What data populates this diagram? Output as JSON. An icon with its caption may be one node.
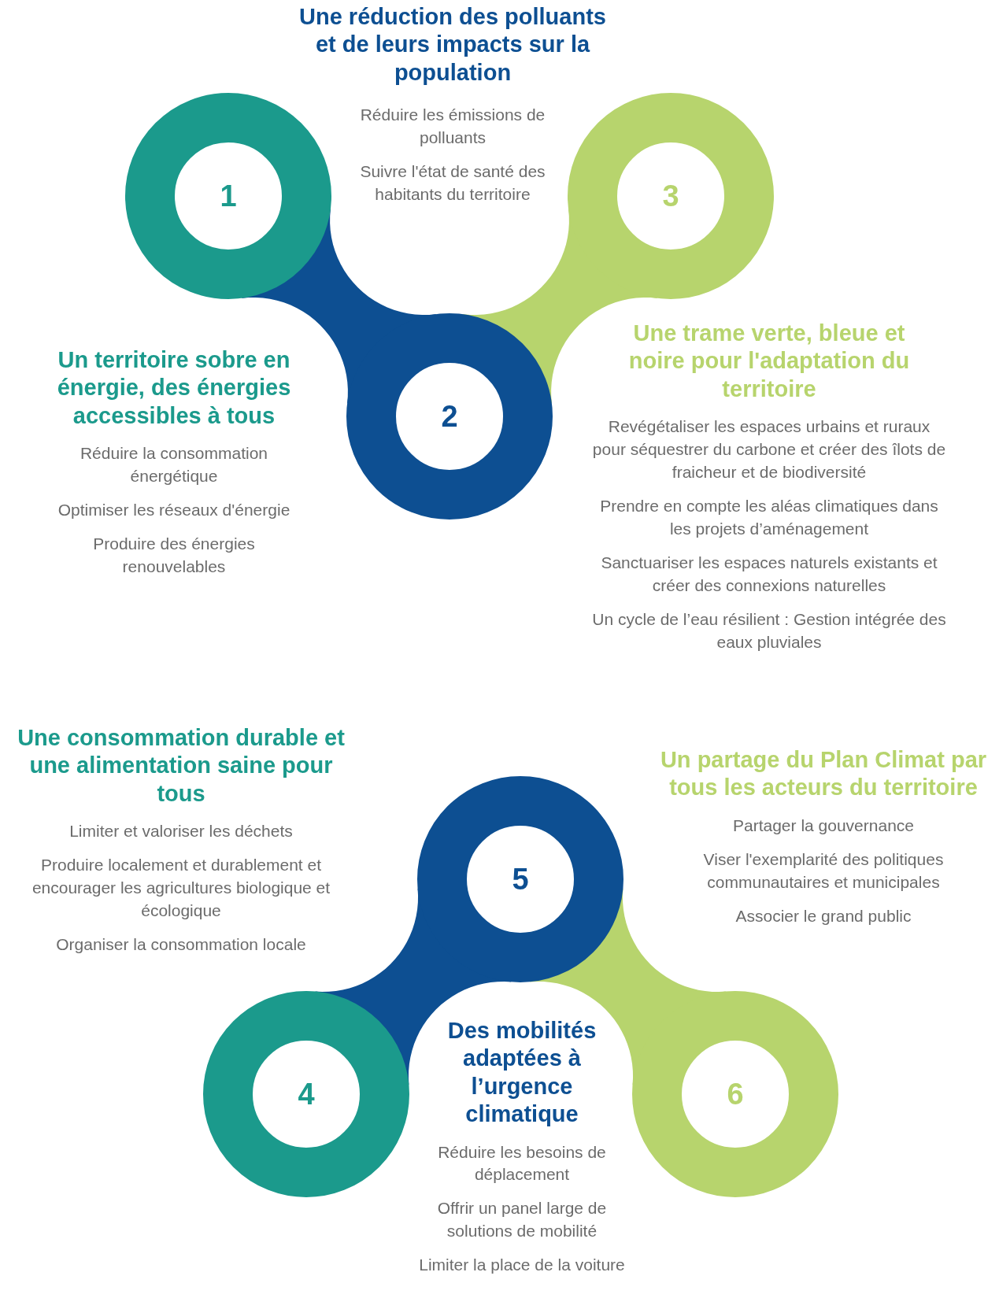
{
  "diagram": {
    "nodes": [
      {
        "text": [
          "1"
        ],
        "beside": [
          "Un territoire sobre en énergie, des énergies accessibles à tous",
          "Réduire la consommation énergétique",
          "Optimiser les réseaux d'énergie",
          "Produire des énergies renouvelables"
        ]
      },
      {
        "text": [
          "2"
        ]
      },
      {
        "text": [
          "3"
        ],
        "beside": [
          "Une trame verte, bleue et noire pour l'adaptation du territoire",
          "Revégétaliser les espaces urbains et ruraux pour séquestrer du carbone et créer des îlots de fraicheur et de biodiversité",
          "Prendre en compte les aléas climatiques dans les projets d’aménagement",
          "Sanctuariser les espaces naturels existants et créer des connexions naturelles",
          "Un cycle de l’eau résilient : Gestion intégrée des eaux pluviales"
        ]
      },
      {
        "text": [
          "4"
        ],
        "beside": [
          "Une consommation durable et une alimentation saine pour tous",
          "Limiter et valoriser les déchets",
          "Produire localement et durablement et encourager les agricultures biologique et écologique",
          "Organiser la consommation locale"
        ]
      },
      {
        "text": [
          "5"
        ],
        "beside": [
          "Des mobilités adaptées à l’urgence climatique",
          "Réduire les besoins de déplacement",
          "Offrir un panel large de solutions de mobilité",
          "Limiter la place de la voiture"
        ]
      },
      {
        "text": [
          "6"
        ],
        "beside": [
          "Un partage du Plan Climat par tous les acteurs du territoire",
          "Partager la gouvernance",
          "Viser l'exemplarité des politiques communautaires et municipales",
          "Associer le grand public"
        ]
      }
    ],
    "edges": [
      {
        "from": 0,
        "to": 1,
        "arrow": "none"
      },
      {
        "from": 1,
        "to": 2,
        "arrow": "none"
      },
      {
        "from": 3,
        "to": 4,
        "arrow": "none"
      },
      {
        "from": 4,
        "to": 5,
        "arrow": "none"
      }
    ],
    "labels": [
      "Une réduction des polluants et de leurs impacts sur la population",
      "Réduire les émissions de polluants",
      "Suivre l'état de santé des habitants du territoire"
    ]
  }
}
